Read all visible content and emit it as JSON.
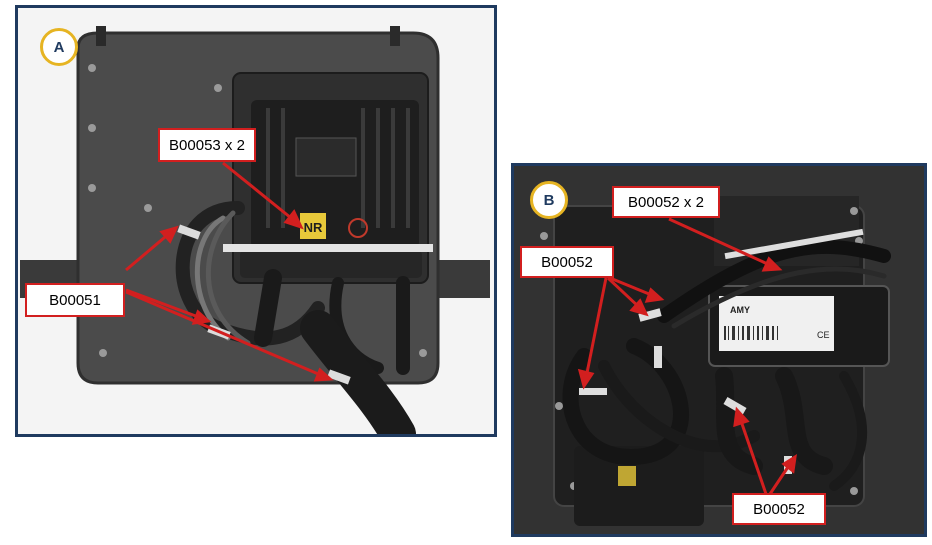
{
  "panel_a": {
    "badge": "A",
    "callouts": {
      "b00053": "B00053 x 2",
      "b00051": "B00051"
    },
    "module_labels": {
      "logo": "NR"
    }
  },
  "panel_b": {
    "badge": "B",
    "callouts": {
      "b00052_x2": "B00052 x 2",
      "b00052_left": "B00052",
      "b00052_bottom": "B00052"
    },
    "module_labels": {
      "brand": "AMY",
      "ce": "CE"
    }
  },
  "colors": {
    "callout_border": "#d21f1f",
    "arrow": "#d21f1f",
    "panel_border": "#1f3a5f",
    "badge_ring": "#e6b422"
  }
}
